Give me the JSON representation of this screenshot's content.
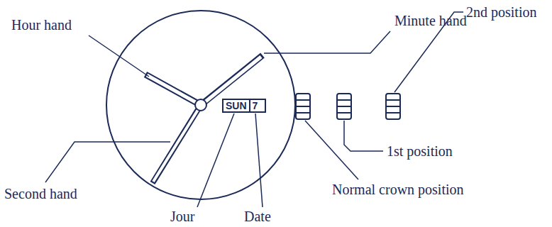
{
  "diagram": {
    "nodes": [
      {
        "text": [
          "SUN"
        ]
      },
      {
        "text": [
          "7"
        ]
      }
    ],
    "labels": [
      "Hour hand",
      "Minute hand",
      "2nd position",
      "1st position",
      "Normal crown position",
      "Second hand",
      "Jour",
      "Date"
    ]
  }
}
